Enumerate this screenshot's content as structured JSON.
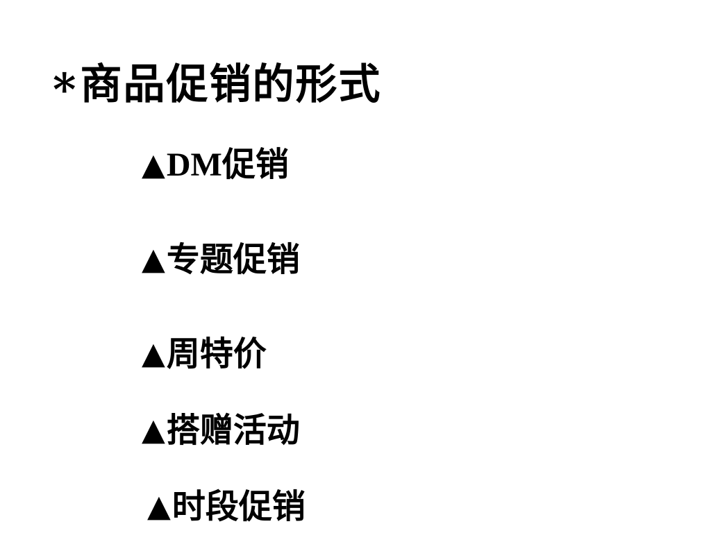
{
  "slide": {
    "title": {
      "marker": "*",
      "text": "商品促销的形式"
    },
    "items": [
      {
        "marker": "▲",
        "text": "DM促销"
      },
      {
        "marker": "▲",
        "text": "专题促销"
      },
      {
        "marker": "▲",
        "text": "周特价"
      },
      {
        "marker": "▲",
        "text": "搭赠活动"
      },
      {
        "marker": "▲",
        "text": "时段促销"
      }
    ],
    "colors": {
      "background": "#ffffff",
      "text": "#000000"
    },
    "icons": {
      "title_marker": "asterisk-icon",
      "item_marker": "triangle-bullet-icon"
    }
  }
}
